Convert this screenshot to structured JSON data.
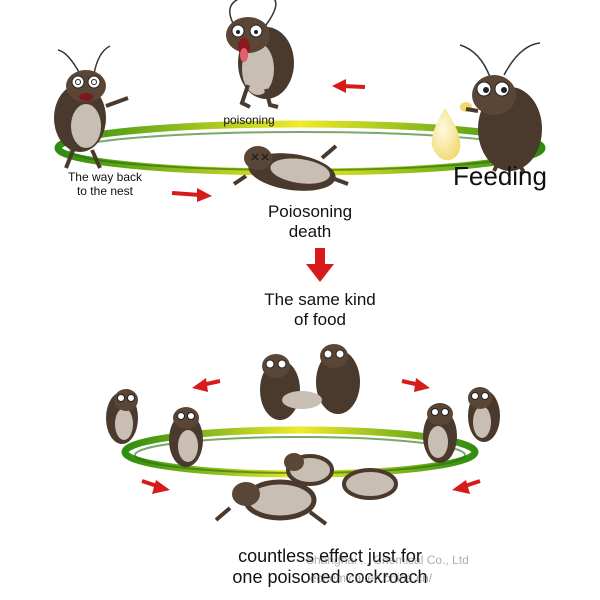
{
  "diagram": {
    "top_cycle": {
      "labels": {
        "poisoning": "poisoning",
        "way_back": "The way back\nto the nest",
        "feeding": "Feeding",
        "death": "Poiosoning\ndeath"
      }
    },
    "transition_label": "The same kind\nof food",
    "bottom_caption": "countless effect just for\none poisoned cockroach",
    "watermark": {
      "line1": "Shanghai ... Chemical Co., Ltd",
      "line2": "...echemical.en.china.cn/"
    }
  },
  "colors": {
    "ring_green": "#3aa015",
    "ring_yellow": "#f0ea2a",
    "arrow_red": "#d61b1b",
    "roach_brown": "#5a4636",
    "roach_light": "#c9beb4",
    "bait": "#f5eaa0"
  }
}
